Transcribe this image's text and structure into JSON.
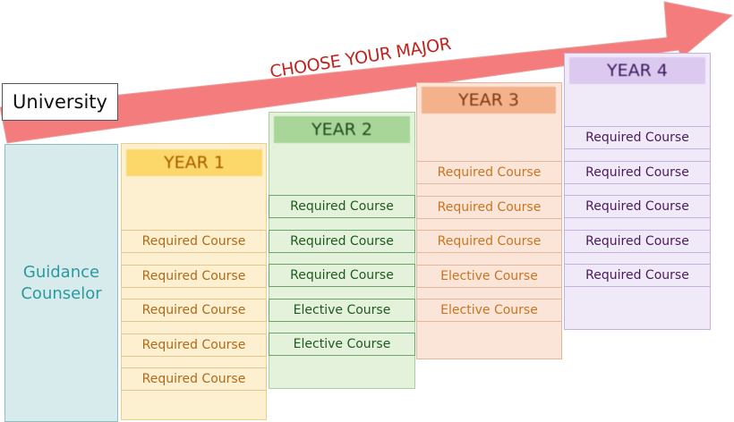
{
  "arrow": {
    "label": "CHOOSE YOUR MAJOR"
  },
  "start": {
    "label": "University"
  },
  "guidance": {
    "line1": "Guidance",
    "line2": "Counselor"
  },
  "colors": {
    "arrow": "#f47c7c",
    "arrow_text": "#c0231e",
    "y1_bg": "#fdf0d0",
    "y1_header": "#fcd86a",
    "y1_text": "#b06a1a",
    "y2_bg": "#e4f2dc",
    "y2_header": "#a8d598",
    "y2_text": "#1e5a1e",
    "y3_bg": "#fbe5d8",
    "y3_header": "#f4b28c",
    "y3_text": "#c9751f",
    "y4_bg": "#f0eaf8",
    "y4_header": "#dcc9f0",
    "y4_text": "#4a1a5a",
    "guidance_bg": "#d7ebed",
    "guidance_text": "#2a9a9e"
  },
  "years": [
    {
      "title": "YEAR 1",
      "courses": [
        "Required Course",
        "Required Course",
        "Required Course",
        "Required Course",
        "Required Course"
      ]
    },
    {
      "title": "YEAR 2",
      "courses": [
        "Required Course",
        "Required Course",
        "Required Course",
        "Elective Course",
        "Elective Course"
      ]
    },
    {
      "title": "YEAR 3",
      "courses": [
        "Required Course",
        "Required Course",
        "Required Course",
        "Elective Course",
        "Elective Course"
      ]
    },
    {
      "title": "YEAR 4",
      "courses": [
        "Required Course",
        "Required Course",
        "Required Course",
        "Required Course",
        "Required Course"
      ]
    }
  ]
}
